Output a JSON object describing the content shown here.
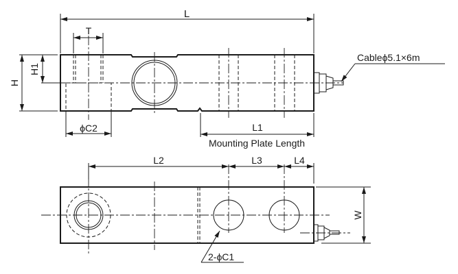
{
  "labels": {
    "L": "L",
    "T": "T",
    "H": "H",
    "H1": "H1",
    "C2": "ϕC2",
    "L1": "L1",
    "mounting": "Mounting Plate Length",
    "cable": "Cableϕ5.1×6m",
    "L2": "L2",
    "L3": "L3",
    "L4": "L4",
    "W": "W",
    "C1": "2-ϕC1"
  },
  "colors": {
    "line": "#1a1a1a",
    "background": "#ffffff"
  }
}
